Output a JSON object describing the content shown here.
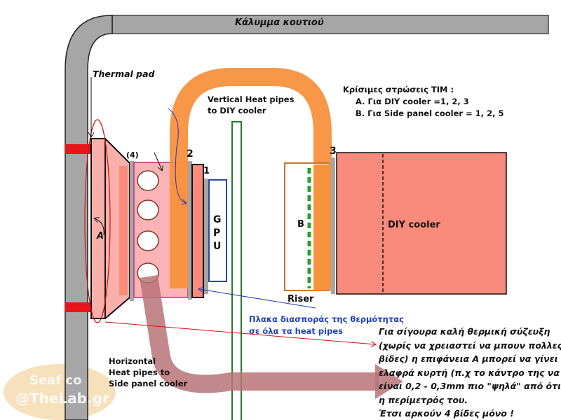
{
  "case_cover": "Κάλυμμα κουτιού",
  "thermal_pad": "Thermal pad",
  "label_4": "(4)",
  "label_2": "2",
  "label_1": "1",
  "label_3": "3",
  "label_A": "A",
  "label_B": "B",
  "gpu": [
    "G",
    "P",
    "U"
  ],
  "riser": "Riser",
  "diy_cooler": "DIY cooler",
  "vertical_pipes": [
    "Vertical Heat pipes",
    "to DIY cooler"
  ],
  "tim": {
    "title": "Κρίσιμες στρώσεις TIM :",
    "items": [
      "A.  Για DIY cooler =1, 2, 3",
      "B.  Για  Side panel cooler = 1, 2, 5"
    ]
  },
  "spreader_note": [
    "Πλακα διασποράς της θερμότητας",
    "σε όλα τα heat pipes"
  ],
  "horizontal_pipes": [
    "Horizontal",
    "Heat pipes to",
    "Side panel cooler"
  ],
  "note": [
    "Για σίγουρα καλή θερμική σύζευξη",
    "(χωρίς να χρειαστεί να μπουν πολλες",
    "βίδες) η επιφάνεια A μπορεί να γίνει",
    "ελαφρά κυρτή (π.χ το κάντρο της να",
    "είναι 0,2 - 0,3mm πιο \"ψηλά\" από ότι",
    "η περίμετρός του.",
    "Έτσι αρκούν 4 βίδες μόνο !"
  ],
  "watermark": [
    "Seaf  co",
    "@TheLab.gr"
  ],
  "colors": {
    "pipe_orange": "#f7913d",
    "cooler_red": "#f98b7d",
    "pad_gray": "#a6a6a6",
    "spreader_blue": "#1f3fbf"
  }
}
